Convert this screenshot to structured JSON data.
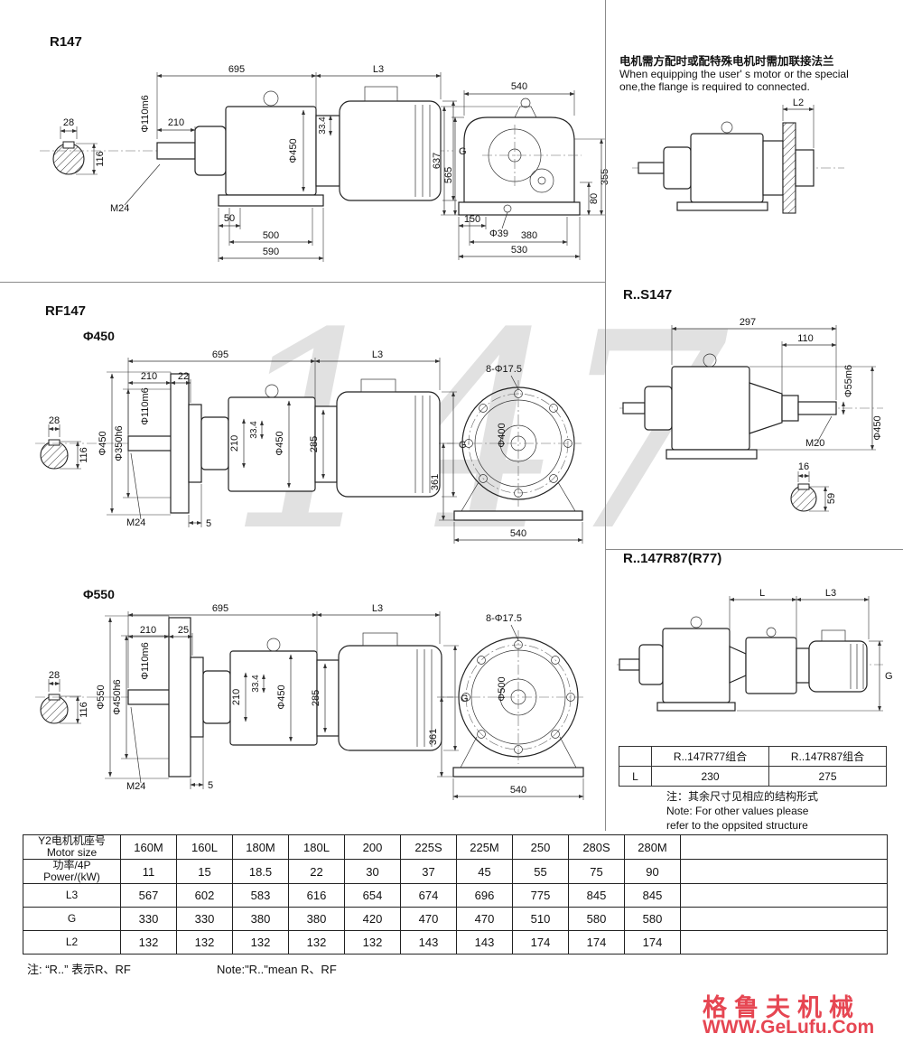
{
  "page": {
    "watermark": "147",
    "note_cn": "注: “R..” 表示R、RF",
    "note_en": "Note:\"R..\"mean R、RF",
    "brand": "格鲁夫机械",
    "site": "WWW.GeLufu.Com",
    "brand_color": "#e64652"
  },
  "r147": {
    "title": "R147",
    "side": {
      "a695": "695",
      "aL3": "L3",
      "a210": "210",
      "a28": "28",
      "a116": "116",
      "a110": "Φ110m6",
      "aM24": "M24",
      "a450": "Φ450",
      "a334": "33.4",
      "aG": "G",
      "a50": "50",
      "a500": "500",
      "a590": "590"
    },
    "front": {
      "a540": "540",
      "a637": "637",
      "a565": "565",
      "a80": "80",
      "a355": "355",
      "a150": "150",
      "a39": "Φ39",
      "a380": "380",
      "a530": "530"
    }
  },
  "flange": {
    "cn": "电机需方配时或配特殊电机时需加联接法兰",
    "en1": "When equipping the user' s motor or the special",
    "en2": "one,the flange is required to connected.",
    "l2": "L2"
  },
  "rf147": {
    "title": "RF147",
    "v450": {
      "subtitle": "Φ450",
      "side": {
        "a695": "695",
        "aL3": "L3",
        "a210": "210",
        "a22": "22",
        "a28": "28",
        "a116": "116",
        "a110": "Φ110m6",
        "aflange": "Φ450",
        "aspigot": "Φ350h6",
        "aM24": "M24",
        "a5": "5",
        "b210": "210",
        "b334": "33.4",
        "b450": "Φ450",
        "b285": "285",
        "aG": "G"
      },
      "front": {
        "holes": "8-Φ17.5",
        "bolt": "Φ400",
        "a361": "361",
        "a540": "540"
      }
    },
    "v550": {
      "subtitle": "Φ550",
      "side": {
        "a695": "695",
        "aL3": "L3",
        "a210": "210",
        "a25": "25",
        "a28": "28",
        "a116": "116",
        "a110": "Φ110m6",
        "aflange": "Φ550",
        "aspigot": "Φ450h6",
        "aM24": "M24",
        "a5": "5",
        "b210": "210",
        "b334": "33.4",
        "b450": "Φ450",
        "b285": "285",
        "aG": "G"
      },
      "front": {
        "holes": "8-Φ17.5",
        "bolt": "Φ500",
        "a361": "361",
        "a540": "540"
      }
    }
  },
  "rs147": {
    "title": "R..S147",
    "dims": {
      "a297": "297",
      "a110": "110",
      "a55": "Φ55m6",
      "a450": "Φ450",
      "aM20": "M20",
      "a16": "16",
      "a59": "59"
    }
  },
  "rcomb": {
    "title": "R..147R87(R77)",
    "dims": {
      "l": "L",
      "l3": "L3",
      "g": "G"
    },
    "table": {
      "h1": "R..147R77组合",
      "h2": "R..147R87组合",
      "row": "L",
      "v1": "230",
      "v2": "275"
    },
    "note_cn": "注：其余尺寸见相应的结构形式",
    "note_en1": "Note: For other values please",
    "note_en2": "refer to the oppsited structure"
  },
  "table": {
    "header_cn": "Y2电机机座号",
    "header_en": "Motor size",
    "power_cn": "功率/4P",
    "power_en": "Power/(kW)",
    "l3_label": "L3",
    "g_label": "G",
    "l2_label": "L2",
    "sizes": [
      "160M",
      "160L",
      "180M",
      "180L",
      "200",
      "225S",
      "225M",
      "250",
      "280S",
      "280M"
    ],
    "power": [
      "11",
      "15",
      "18.5",
      "22",
      "30",
      "37",
      "45",
      "55",
      "75",
      "90"
    ],
    "l3": [
      "567",
      "602",
      "583",
      "616",
      "654",
      "674",
      "696",
      "775",
      "845",
      "845"
    ],
    "g": [
      "330",
      "330",
      "380",
      "380",
      "420",
      "470",
      "470",
      "510",
      "580",
      "580"
    ],
    "l2": [
      "132",
      "132",
      "132",
      "132",
      "132",
      "143",
      "143",
      "174",
      "174",
      "174"
    ]
  }
}
